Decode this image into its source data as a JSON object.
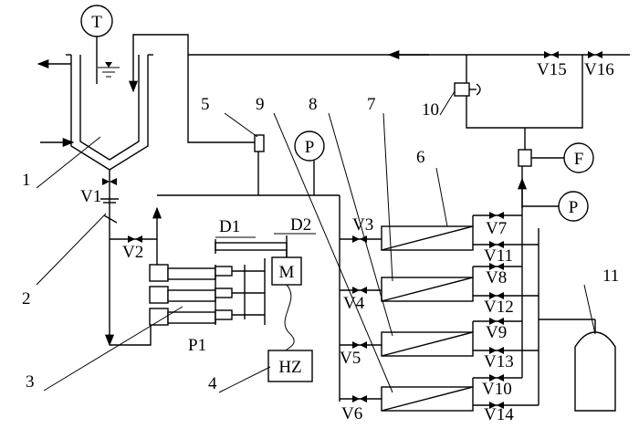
{
  "diagram": {
    "instruments": {
      "temperature": "T",
      "pressure_top": "P",
      "pressure_right": "P",
      "flow": "F",
      "motor": "M",
      "frequency_converter": "HZ"
    },
    "pump_label": "P1",
    "dimensions": {
      "d1": "D1",
      "d2": "D2"
    },
    "valves": {
      "v1": "V1",
      "v2": "V2",
      "v3": "V3",
      "v4": "V4",
      "v5": "V5",
      "v6": "V6",
      "v7": "V7",
      "v8": "V8",
      "v9": "V9",
      "v10": "V10",
      "v11": "V11",
      "v12": "V12",
      "v13": "V13",
      "v14": "V14",
      "v15": "V15",
      "v16": "V16"
    },
    "callouts": {
      "c1": "1",
      "c2": "2",
      "c3": "3",
      "c4": "4",
      "c5": "5",
      "c6": "6",
      "c7": "7",
      "c8": "8",
      "c9": "9",
      "c10": "10",
      "c11": "11"
    }
  }
}
